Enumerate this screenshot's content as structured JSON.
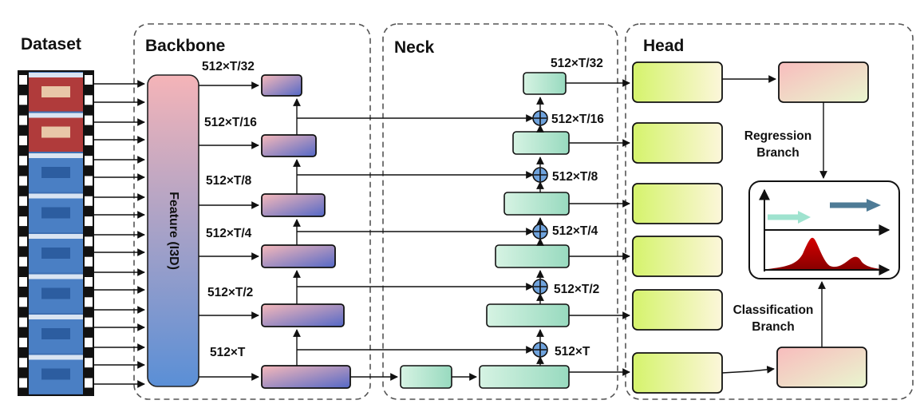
{
  "sections": {
    "dataset": "Dataset",
    "backbone": "Backbone",
    "neck": "Neck",
    "head": "Head"
  },
  "feature_label": "Feature  (I3D)",
  "backbone_dims": [
    "512×T/32",
    "512×T/16",
    "512×T/8",
    "512×T/4",
    "512×T/2",
    "512×T"
  ],
  "neck_dims": [
    "512×T/32",
    "512×T/16",
    "512×T/8",
    "512×T/4",
    "512×T/2",
    "512×T"
  ],
  "regression_branch": [
    "Regression",
    "Branch"
  ],
  "classification_branch": [
    "Classification",
    "Branch"
  ],
  "colors": {
    "backbone_block": [
      "#f2b5b8",
      "#5a6fc8"
    ],
    "feature_block": [
      "#f5b4b8",
      "#5d8fd4"
    ],
    "neck_block": [
      "#c8efd8",
      "#9bdcc2"
    ],
    "head_block": [
      "#d8f57a",
      "#fbf5d6"
    ],
    "branch_block": [
      "#f6c0c0",
      "#ecf5d0"
    ],
    "plus_circle": "#6fa3dd",
    "arrow_teal": "#9fe3cf",
    "arrow_slate": "#4e7b96",
    "peak_fill": "#c00000"
  }
}
